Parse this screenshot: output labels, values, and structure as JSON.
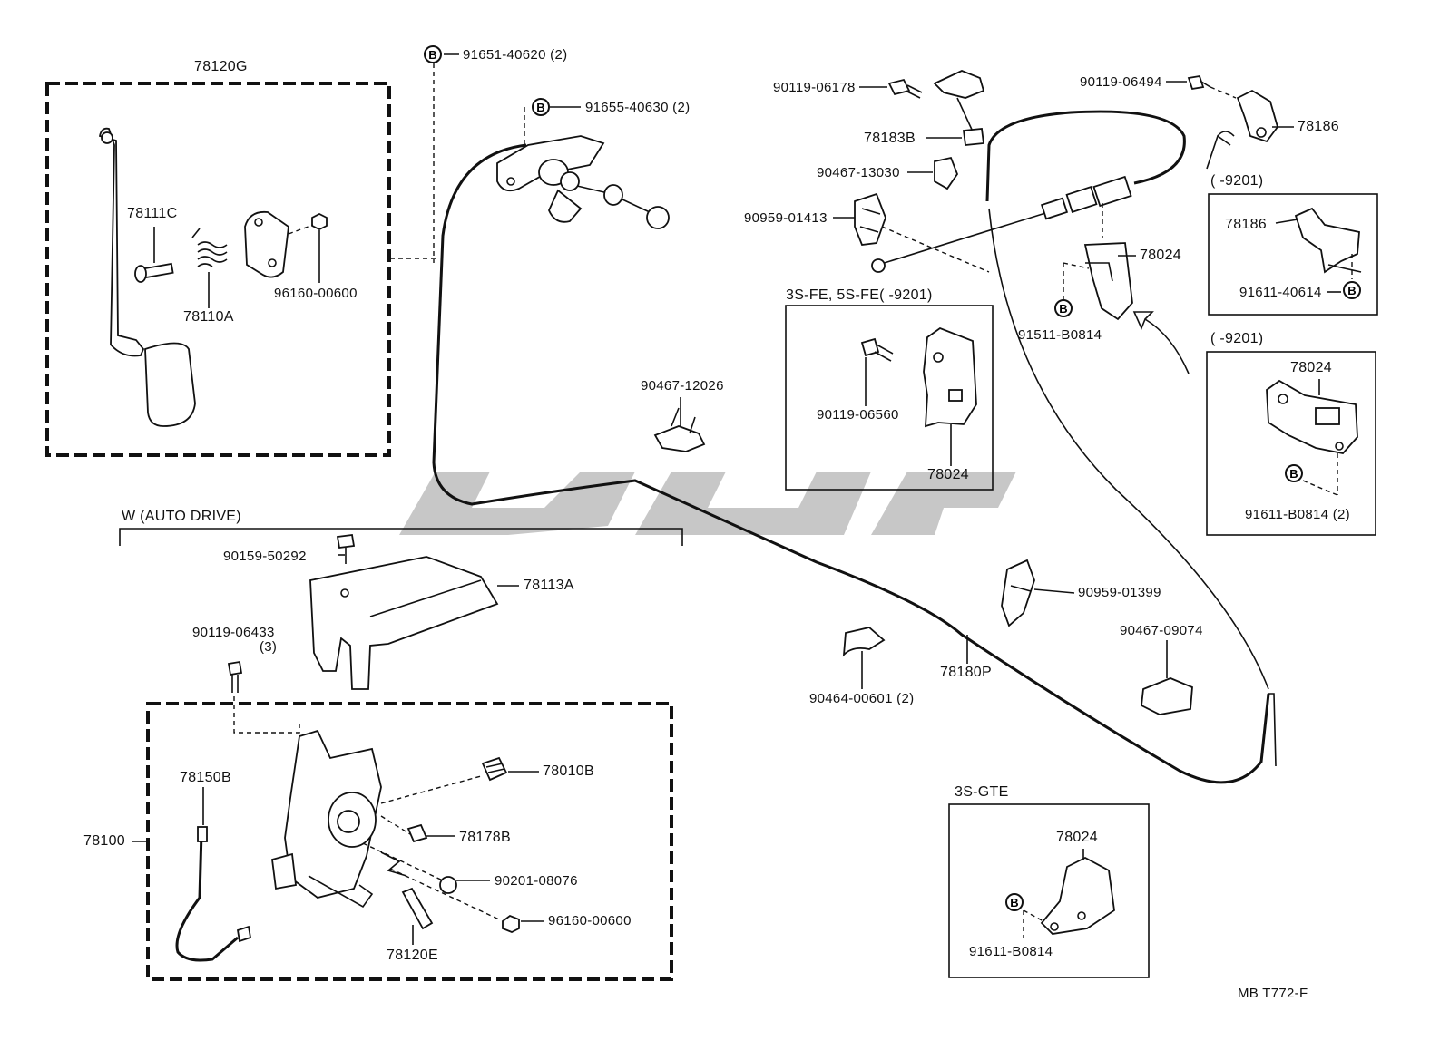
{
  "labels": {
    "p78120G": "78120G",
    "p78111C": "78111C",
    "p78110A": "78110A",
    "p96160_00600_top": "96160-00600",
    "p91651": "91651-40620 (2)",
    "p91655": "91655-40630 (2)",
    "p90119_06178": "90119-06178",
    "p78183B": "78183B",
    "p90467_13030": "90467-13030",
    "p90959_01413": "90959-01413",
    "p90119_06494": "90119-06494",
    "p78186_a": "78186",
    "p9201_a": "(      -9201)",
    "p78186_b": "78186",
    "p91611_40614": "91611-40614",
    "p78024_a": "78024",
    "p91511_B0814": "91511-B0814",
    "hdr_3sfe": "3S-FE,  5S-FE(      -9201)",
    "p90119_06560": "90119-06560",
    "p78024_b": "78024",
    "p9201_b": "(      -9201)",
    "p78024_c": "78024",
    "p91611_B0814_2": "91611-B0814 (2)",
    "p90467_12026": "90467-12026",
    "hdr_auto": "W (AUTO  DRIVE)",
    "p90159_50292": "90159-50292",
    "p78113A": "78113A",
    "p90119_06433": "90119-06433",
    "p90119_06433_qty": "(3)",
    "p90959_01399": "90959-01399",
    "p90467_09074": "90467-09074",
    "p90464_00601": "90464-00601 (2)",
    "p78180P": "78180P",
    "p78150B": "78150B",
    "p78010B": "78010B",
    "p78100": "78100",
    "p78178B": "78178B",
    "p90201_08076": "90201-08076",
    "p96160_00600_bot": "96160-00600",
    "p78120E": "78120E",
    "hdr_3sgte": "3S-GTE",
    "p78024_d": "78024",
    "p91611_B0814": "91611-B0814",
    "ref_code": "MB  T772-F"
  },
  "bolt_marker": "B"
}
